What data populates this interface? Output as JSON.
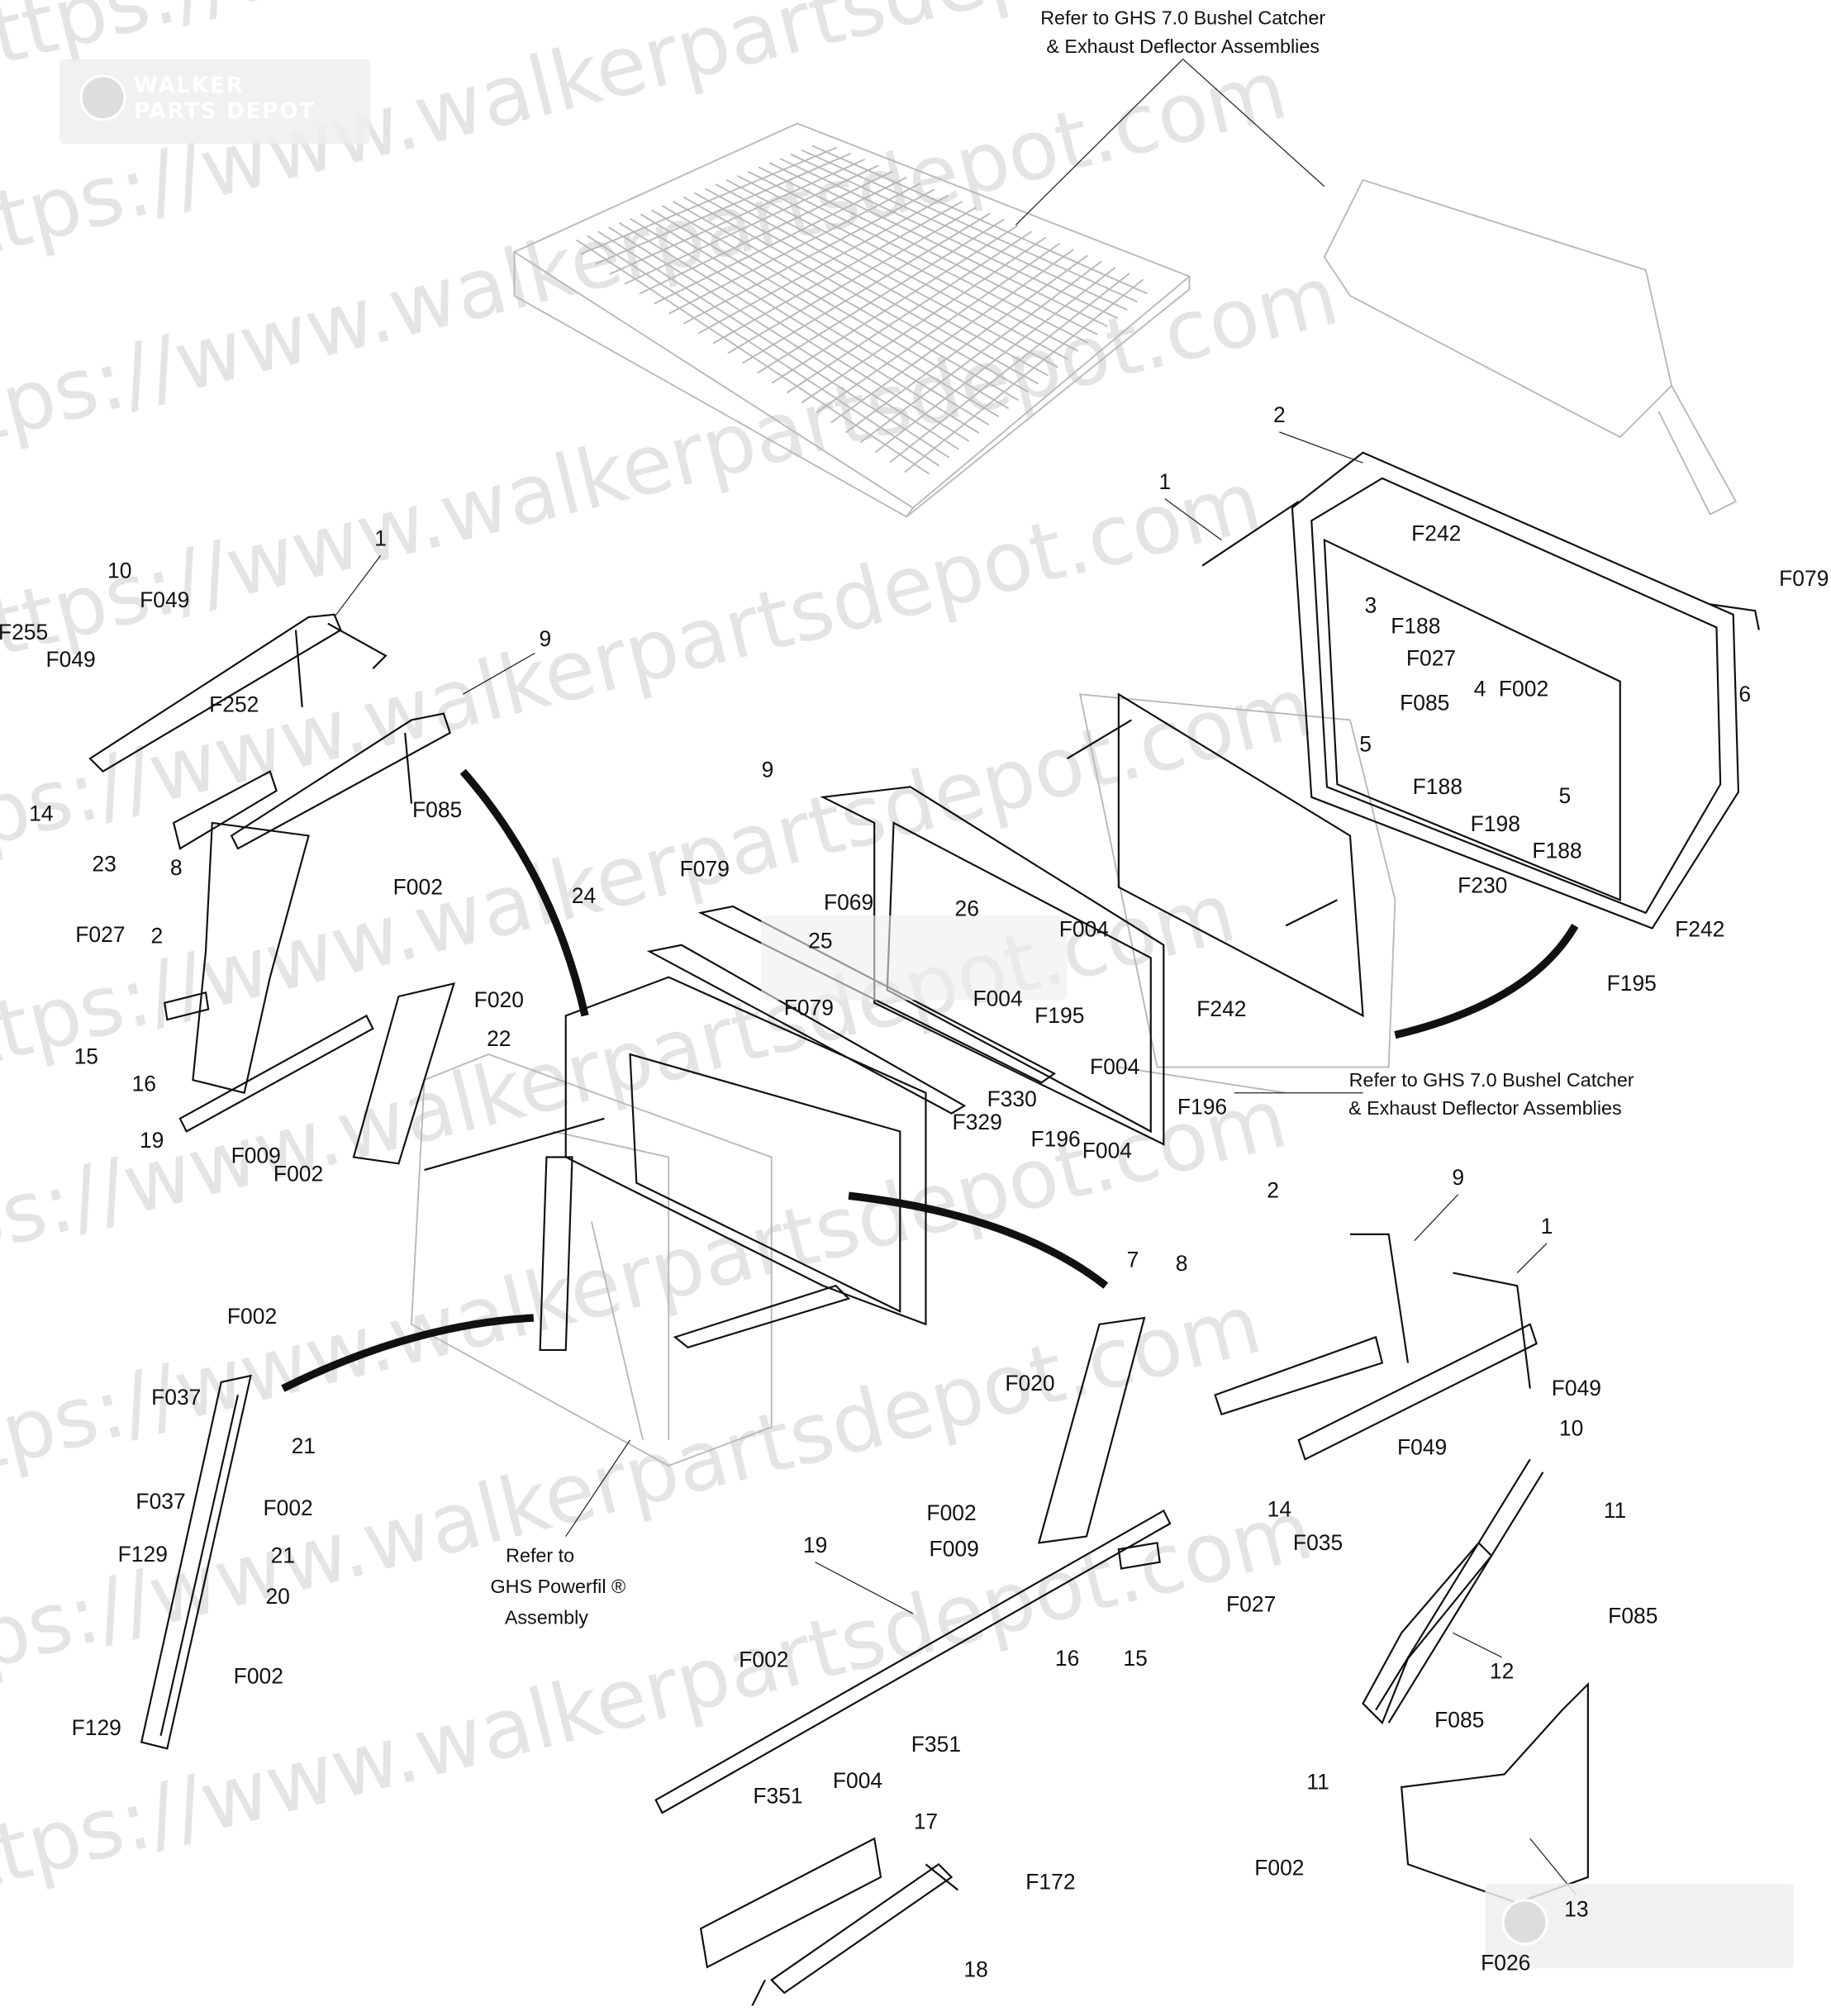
{
  "watermark": {
    "url_text": "https://www.walkerpartsdepot.com",
    "logo_line1": "WALKER",
    "logo_line2": "PARTS DEPOT"
  },
  "notes": {
    "bushel_catcher_top_1": "Refer to  GHS 7.0 Bushel Catcher",
    "bushel_catcher_top_2": "& Exhaust Deflector Assemblies",
    "bushel_catcher_mid_1": "Refer to  GHS 7.0 Bushel Catcher",
    "bushel_catcher_mid_2": "& Exhaust Deflector Assemblies",
    "powerfil_1": "Refer to",
    "powerfil_2": "GHS Powerfil ®",
    "powerfil_3": "Assembly"
  },
  "callouts": [
    "2",
    "1",
    "F242",
    "F079",
    "3",
    "F188",
    "F027",
    "4",
    "F002",
    "6",
    "F085",
    "5",
    "F188",
    "F198",
    "5",
    "F188",
    "F230",
    "F242",
    "F195",
    "9",
    "F079",
    "F069",
    "26",
    "24",
    "25",
    "F004",
    "F004",
    "F195",
    "F079",
    "F242",
    "F004",
    "F330",
    "F329",
    "F196",
    "F196",
    "F004",
    "1",
    "10",
    "F049",
    "F255",
    "F049",
    "9",
    "F252",
    "14",
    "23",
    "F085",
    "8",
    "F002",
    "2",
    "F027",
    "F020",
    "22",
    "15",
    "16",
    "19",
    "F009",
    "F002",
    "F002",
    "F037",
    "21",
    "F037",
    "F002",
    "F129",
    "21",
    "20",
    "F002",
    "F129",
    "2",
    "9",
    "1",
    "7",
    "8",
    "F020",
    "F049",
    "10",
    "14",
    "F049",
    "F035",
    "11",
    "F002",
    "F009",
    "19",
    "F027",
    "16",
    "15",
    "F085",
    "12",
    "F002",
    "F351",
    "F085",
    "11",
    "F351",
    "F004",
    "17",
    "F172",
    "F002",
    "13",
    "18",
    "F026"
  ]
}
